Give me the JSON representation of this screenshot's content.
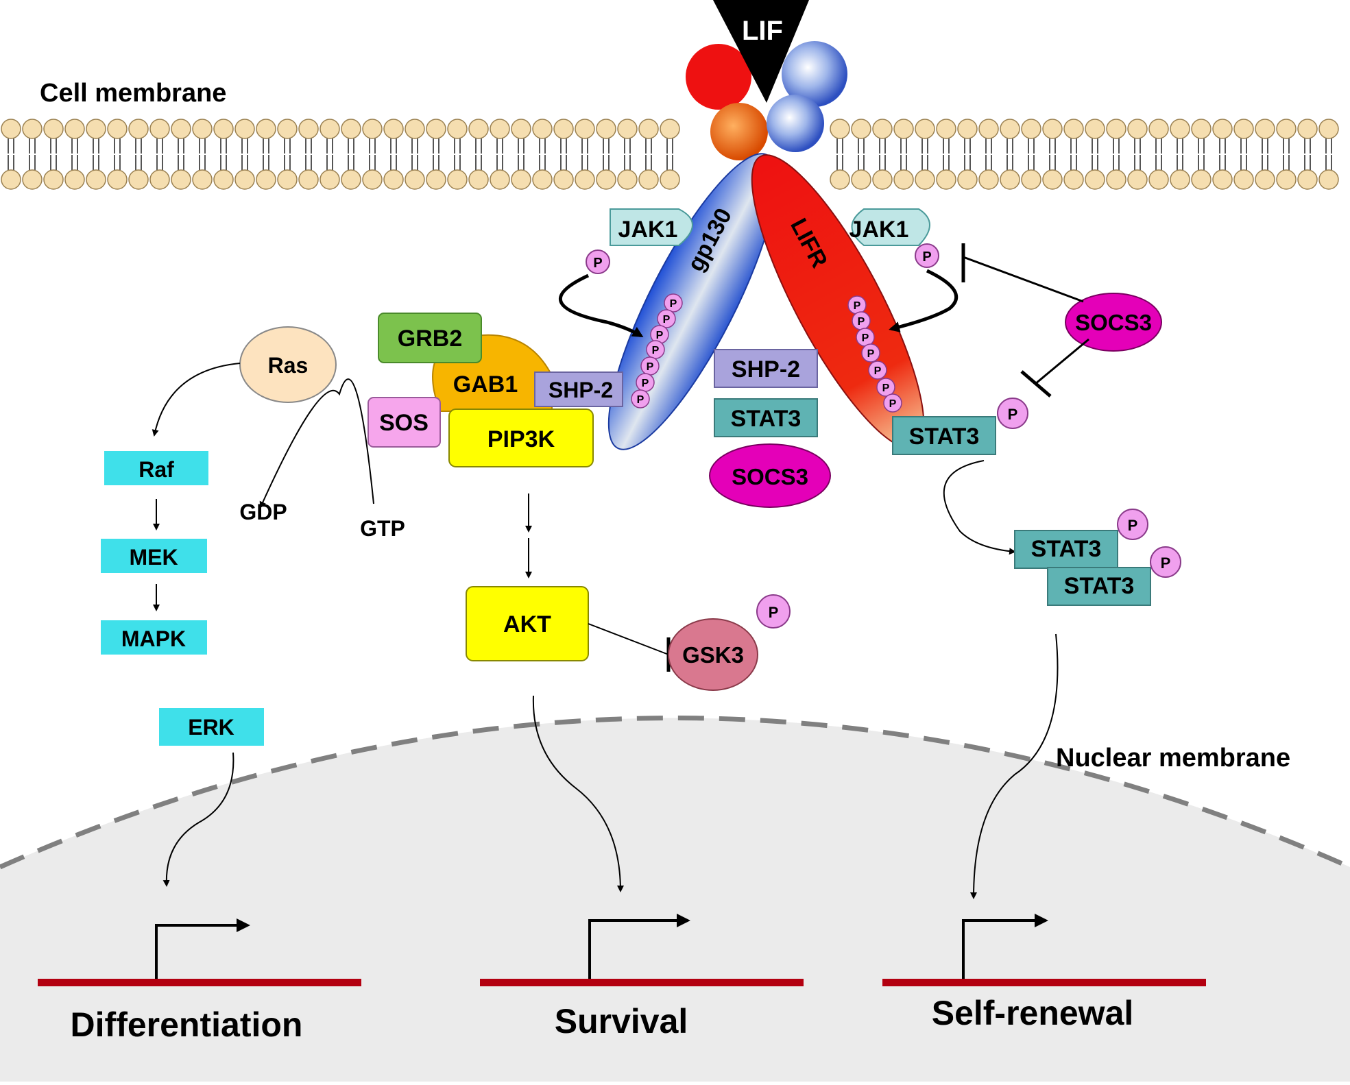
{
  "labels": {
    "cell_membrane": "Cell membrane",
    "nuclear_membrane": "Nuclear membrane",
    "lif": "LIF",
    "gp130": "gp130",
    "lifr": "LIFR",
    "jak1_left": "JAK1",
    "jak1_right": "JAK1",
    "grb2": "GRB2",
    "gab1": "GAB1",
    "shp2_left": "SHP-2",
    "sos": "SOS",
    "pip3k": "PIP3K",
    "ras": "Ras",
    "gdp": "GDP",
    "gtp": "GTP",
    "raf": "Raf",
    "mek": "MEK",
    "mapk": "MAPK",
    "erk": "ERK",
    "akt": "AKT",
    "gsk3": "GSK3",
    "shp2_mid": "SHP-2",
    "stat3_mid": "STAT3",
    "socs3_mid": "SOCS3",
    "socs3_right": "SOCS3",
    "stat3_right": "STAT3",
    "stat3_dimer_top": "STAT3",
    "stat3_dimer_bottom": "STAT3",
    "phospho": "P",
    "differentiation": "Differentiation",
    "survival": "Survival",
    "self_renewal": "Self-renewal"
  },
  "colors": {
    "cyan_box": "#3fe0ea",
    "yellow_box": "#ffff00",
    "teal_box": "#5fb3b3",
    "lavender_box": "#a9a3dc",
    "green_box": "#7cc24d",
    "orange_gab1": "#f7b500",
    "pink_sos": "#f6a6ec",
    "magenta_socs3": "#e400b8",
    "light_jak1": "#bfe6e6",
    "ras_fill": "#fde3bf",
    "gsk3_fill": "#d9788f",
    "phospho_fill": "#f0a0ee",
    "promoter_bar": "#b30010",
    "nucleus_fill": "#ebebeb",
    "membrane_head": "#f5deb0"
  }
}
